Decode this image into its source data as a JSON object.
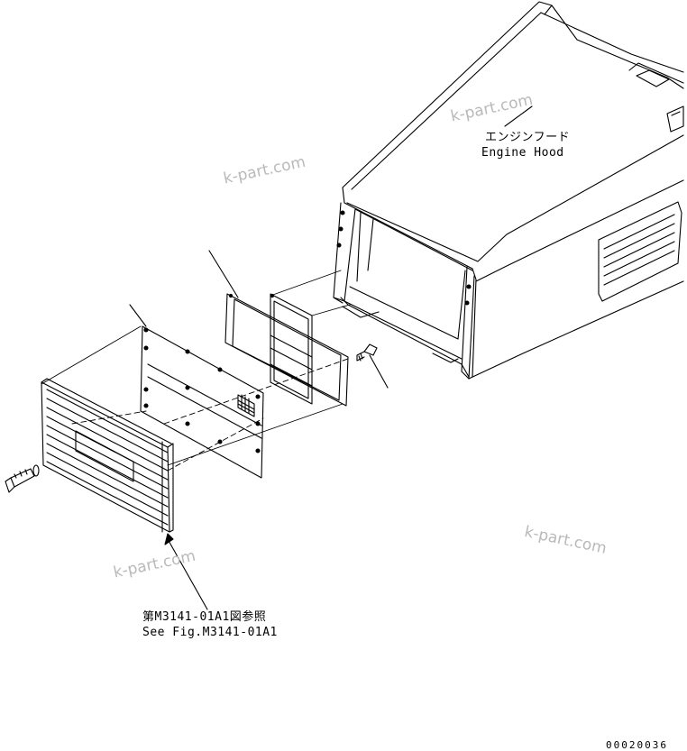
{
  "labels": {
    "engine_hood_jp": "エンジンフード",
    "engine_hood_en": "Engine Hood",
    "see_ref_jp": "第M3141-01A1図参照",
    "see_ref_en": "See Fig.M3141-01A1"
  },
  "watermark": "k-part.com",
  "drawing_code": "00020036",
  "colors": {
    "line": "#000000",
    "watermark": "#b9b9b9",
    "background": "#ffffff"
  }
}
